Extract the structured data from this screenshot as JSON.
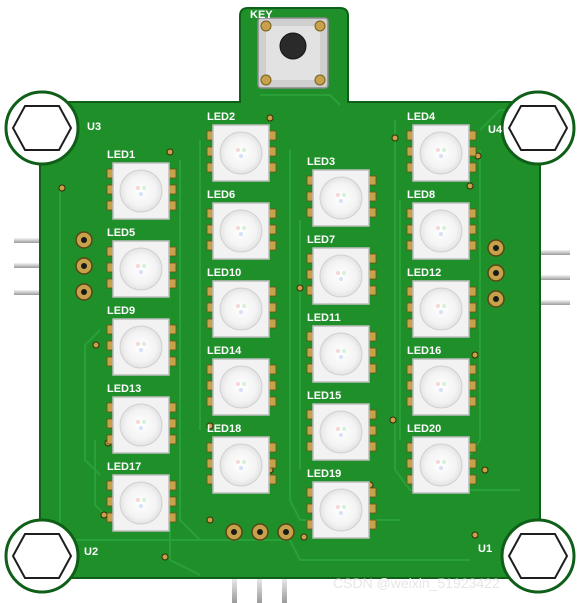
{
  "board": {
    "background": "#ffffff",
    "pcb_color": "#1f8f2a",
    "pcb_edge": "#0f5f18",
    "trace_color": "#2aa33a",
    "pad_color": "#c8a24a",
    "led_body": "#f2f2f2",
    "led_lens": "#ffffff"
  },
  "key": {
    "label": "KEY",
    "icon": "tactile-button-icon"
  },
  "mounts": {
    "u1": "U1",
    "u2": "U2",
    "u3": "U3",
    "u4": "U4"
  },
  "leds": [
    "LED1",
    "LED2",
    "LED3",
    "LED4",
    "LED5",
    "LED6",
    "LED7",
    "LED8",
    "LED9",
    "LED10",
    "LED11",
    "LED12",
    "LED13",
    "LED14",
    "LED15",
    "LED16",
    "LED17",
    "LED18",
    "LED19",
    "LED20"
  ],
  "watermark": "CSDN @weixin_51923422"
}
